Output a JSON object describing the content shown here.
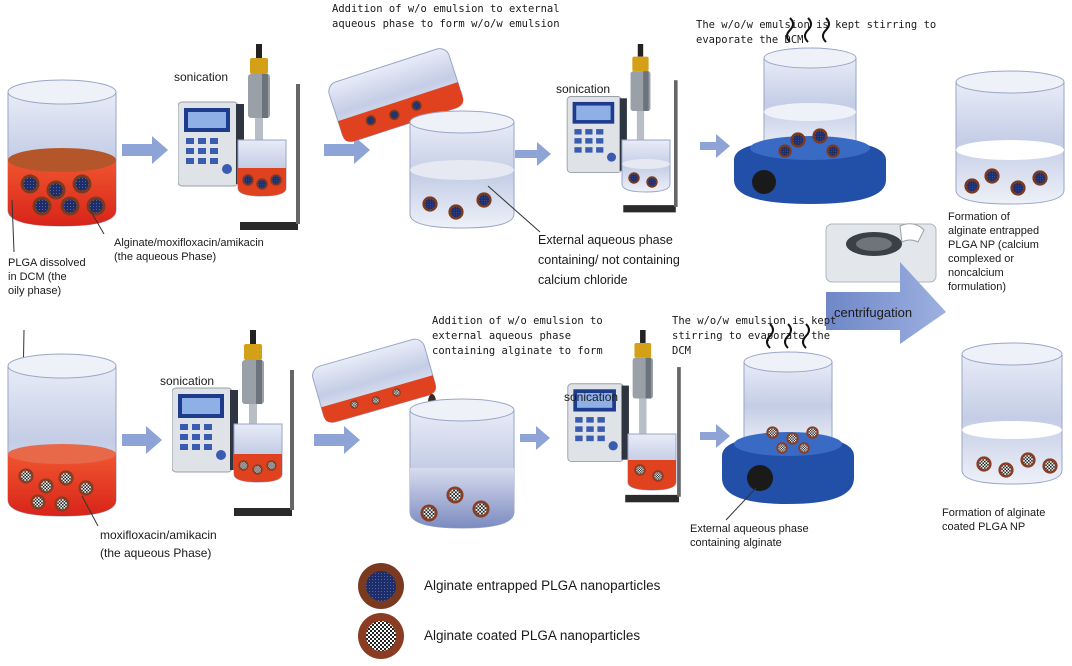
{
  "top_row": {
    "plga_label": "PLGA dissolved\nin DCM (the\noily phase)",
    "aqueous_label": "Alginate/moxifloxacin/amikacin\n(the aqueous Phase)",
    "sonication_1": "sonication",
    "addition_text": "Addition of w/o emulsion to external\naqueous phase to form w/o/w emulsion",
    "sonication_2": "sonication",
    "external_phase": "External aqueous phase\ncontaining/ not containing\ncalcium chloride",
    "stirring_text": "The w/o/w emulsion is kept stirring to\nevaporate the DCM",
    "result_label": "Formation of\nalginate entrapped\nPLGA NP (calcium\ncomplexed or\nnoncalcium\nformulation)"
  },
  "bottom_row": {
    "aqueous_label": "moxifloxacin/amikacin\n(the aqueous Phase)",
    "sonication_1": "sonication",
    "addition_text": "Addition of w/o emulsion to\nexternal aqueous phase\ncontaining alginate to form",
    "sonication_2": "sonication",
    "stirring_text": "The w/o/w emulsion is kept\nstirring to evaporate the\nDCM",
    "external_phase": "External aqueous phase\ncontaining alginate",
    "result_label": "Formation of alginate\ncoated PLGA NP"
  },
  "centrifugation": "centrifugation",
  "legend": {
    "entrapped": "Alginate entrapped PLGA nanoparticles",
    "coated": "Alginate coated PLGA nanoparticles"
  },
  "colors": {
    "arrow": "#8ea3d6",
    "big_arrow": "#7e95cf",
    "oil": "#e03a1f",
    "shell": "#7a3a20",
    "core_blue": "#2b3a78",
    "stirrer": "#2250a8",
    "glass": "#c9d2ea"
  }
}
